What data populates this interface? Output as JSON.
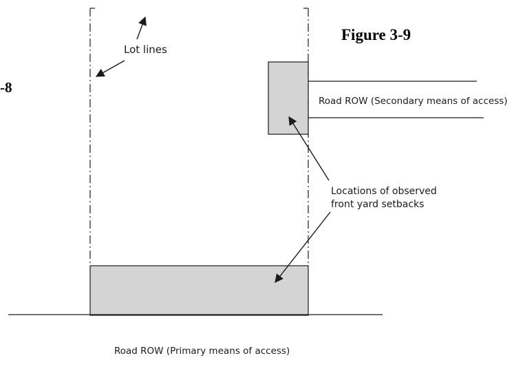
{
  "figure_label": "Figure 3-9",
  "figure_label_cut": "-8",
  "labels": {
    "lot_lines": "Lot lines",
    "secondary_road": "Road ROW (Secondary means of access)",
    "setbacks_line1": "Locations of observed",
    "setbacks_line2": "front yard setbacks",
    "primary_road": "Road ROW (Primary means of access)"
  },
  "colors": {
    "line": "#1a1a1a",
    "setback_fill": "#d4d4d4",
    "background": "#ffffff"
  }
}
